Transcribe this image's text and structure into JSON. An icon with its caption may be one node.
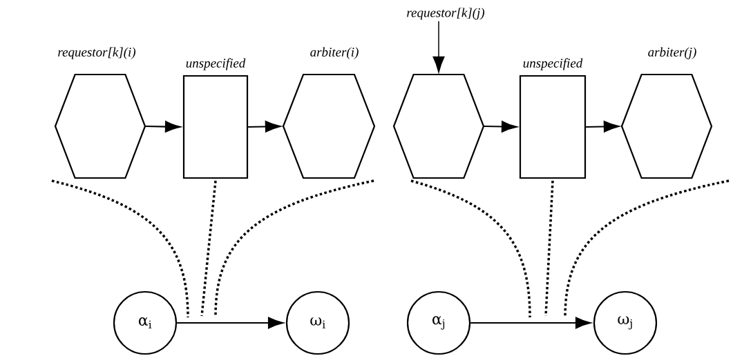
{
  "diagram": {
    "nodes": [
      {
        "text": [
          "requestor[k](i)"
        ]
      },
      {
        "text": [
          "unspecified"
        ]
      },
      {
        "text": [
          "arbiter(i)"
        ]
      },
      {
        "text": [
          "α$_{i}$"
        ]
      },
      {
        "text": [
          "ω$_{i}$"
        ]
      },
      {
        "text": [
          "requestor[k](j)"
        ]
      },
      {
        "text": [],
        "shape": "hexagon"
      },
      {
        "text": [
          "unspecified"
        ]
      },
      {
        "text": [
          "arbiter(j)"
        ]
      },
      {
        "text": [
          "α$_{j}$"
        ]
      },
      {
        "text": [
          "ω$_{j}$"
        ]
      }
    ],
    "edges": [
      {
        "from": 0,
        "to": 1,
        "arrow": "to"
      },
      {
        "from": 1,
        "to": 2,
        "arrow": "to"
      },
      {
        "from": 3,
        "to": 4,
        "arrow": "to"
      },
      {
        "from": 0,
        "to": null,
        "arrow": "none",
        "style": "dashed"
      },
      {
        "from": 1,
        "to": null,
        "arrow": "none",
        "style": "dashed"
      },
      {
        "from": 2,
        "to": null,
        "arrow": "none",
        "style": "dashed"
      },
      {
        "from": 5,
        "to": 6,
        "arrow": "to"
      },
      {
        "from": 6,
        "to": 7,
        "arrow": "to"
      },
      {
        "from": 7,
        "to": 8,
        "arrow": "to"
      },
      {
        "from": 9,
        "to": 10,
        "arrow": "to"
      },
      {
        "from": 6,
        "to": null,
        "arrow": "none",
        "style": "dashed"
      },
      {
        "from": 7,
        "to": null,
        "arrow": "none",
        "style": "dashed"
      },
      {
        "from": 8,
        "to": null,
        "arrow": "none",
        "style": "dashed"
      }
    ]
  }
}
